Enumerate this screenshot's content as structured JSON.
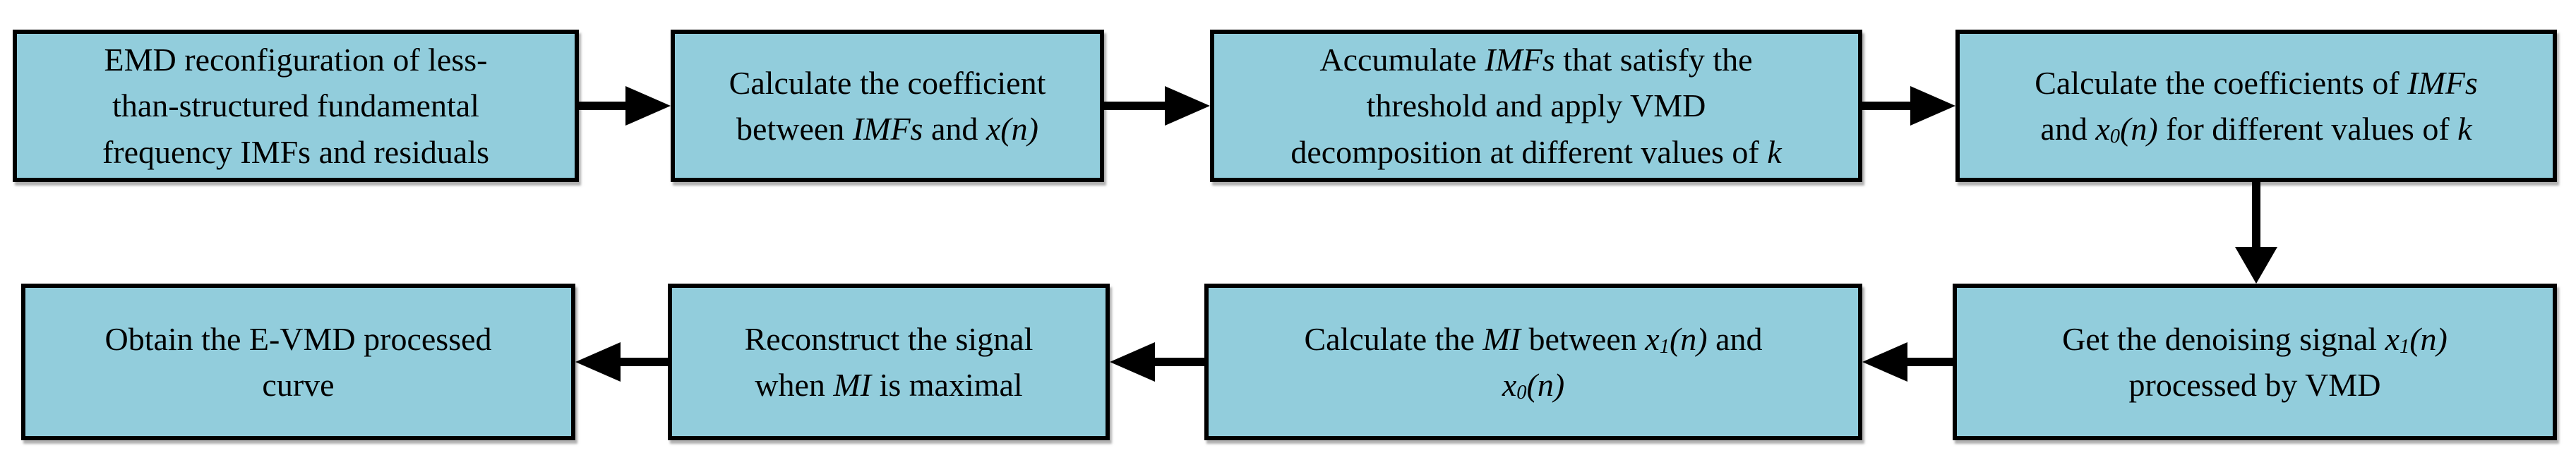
{
  "colors": {
    "box_fill": "#92CDDC",
    "box_border": "#000000",
    "text": "#000000",
    "arrow": "#000000",
    "background": "#FFFFFF"
  },
  "boxes": [
    {
      "id": "emd-reconfiguration",
      "lines": [
        [
          {
            "t": "EMD reconfiguration of less-"
          }
        ],
        [
          {
            "t": "than-structured fundamental"
          }
        ],
        [
          {
            "t": "frequency IMFs and residuals"
          }
        ]
      ]
    },
    {
      "id": "calculate-coefficient",
      "lines": [
        [
          {
            "t": "Calculate the coefficient"
          }
        ],
        [
          {
            "t": "between "
          },
          {
            "t": "IMFs",
            "i": true
          },
          {
            "t": " and "
          },
          {
            "t": "x(n)",
            "i": true
          }
        ]
      ]
    },
    {
      "id": "accumulate-imfs-vmd",
      "lines": [
        [
          {
            "t": "Accumulate "
          },
          {
            "t": "IMFs",
            "i": true
          },
          {
            "t": " that satisfy the"
          }
        ],
        [
          {
            "t": "threshold and apply VMD"
          }
        ],
        [
          {
            "t": "decomposition at different values of "
          },
          {
            "t": "k",
            "i": true
          }
        ]
      ]
    },
    {
      "id": "coefficients-for-k",
      "lines": [
        [
          {
            "t": "Calculate the coefficients of "
          },
          {
            "t": "IMFs",
            "i": true
          }
        ],
        [
          {
            "t": "and "
          },
          {
            "t": "x",
            "i": true
          },
          {
            "t": "0",
            "i": true,
            "sub": true
          },
          {
            "t": "(n)",
            "i": true
          },
          {
            "t": " for different values of "
          },
          {
            "t": "k",
            "i": true
          }
        ]
      ]
    },
    {
      "id": "denoising-signal-vmd",
      "lines": [
        [
          {
            "t": "Get the denoising signal "
          },
          {
            "t": "x",
            "i": true
          },
          {
            "t": "1",
            "i": true,
            "sub": true
          },
          {
            "t": "(n)",
            "i": true
          }
        ],
        [
          {
            "t": "processed by VMD"
          }
        ]
      ]
    },
    {
      "id": "calculate-mi",
      "lines": [
        [
          {
            "t": "Calculate the "
          },
          {
            "t": "MI",
            "i": true
          },
          {
            "t": " between "
          },
          {
            "t": "x",
            "i": true
          },
          {
            "t": "1",
            "i": true,
            "sub": true
          },
          {
            "t": "(n)",
            "i": true
          },
          {
            "t": " and"
          }
        ],
        [
          {
            "t": "x",
            "i": true
          },
          {
            "t": "0",
            "i": true,
            "sub": true
          },
          {
            "t": "(n)",
            "i": true
          }
        ]
      ]
    },
    {
      "id": "reconstruct-signal",
      "lines": [
        [
          {
            "t": "Reconstruct the signal"
          }
        ],
        [
          {
            "t": "when "
          },
          {
            "t": "MI",
            "i": true
          },
          {
            "t": " is maximal"
          }
        ]
      ]
    },
    {
      "id": "evmd-curve",
      "lines": [
        [
          {
            "t": "Obtain the E-VMD processed"
          }
        ],
        [
          {
            "t": "curve"
          }
        ]
      ]
    }
  ],
  "connectors": [
    {
      "name": "arrow-emd-to-coefficient",
      "direction": "right"
    },
    {
      "name": "arrow-coefficient-to-accumulate",
      "direction": "right"
    },
    {
      "name": "arrow-accumulate-to-coefficients-k",
      "direction": "right"
    },
    {
      "name": "arrow-coefficients-k-to-denoising",
      "direction": "down"
    },
    {
      "name": "arrow-denoising-to-mi",
      "direction": "left"
    },
    {
      "name": "arrow-mi-to-reconstruct",
      "direction": "left"
    },
    {
      "name": "arrow-reconstruct-to-evmd-curve",
      "direction": "left"
    }
  ]
}
